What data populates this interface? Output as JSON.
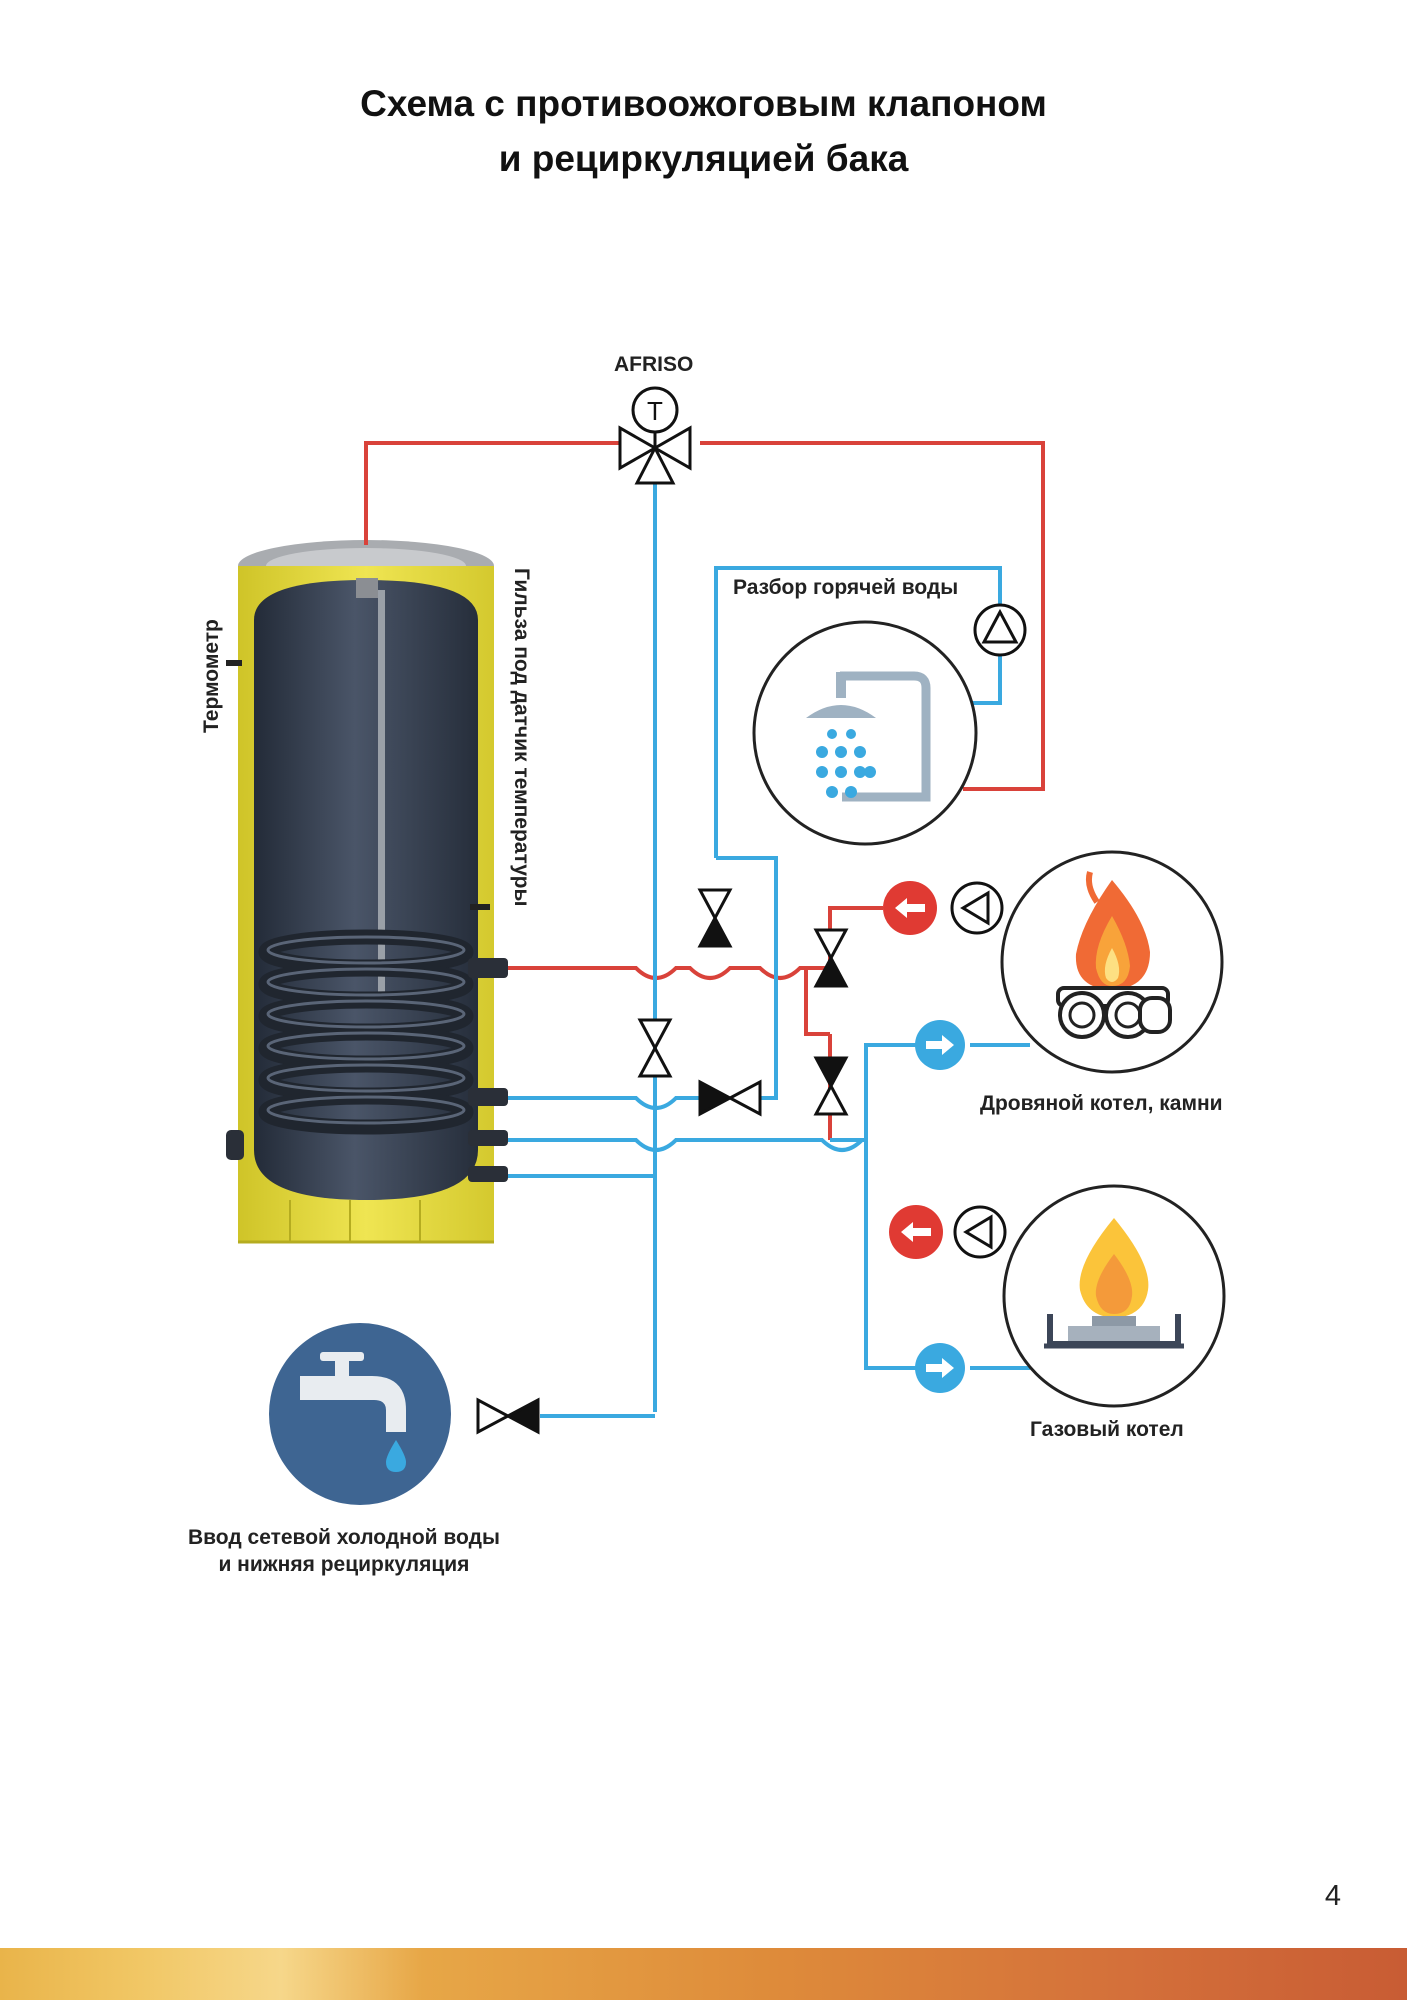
{
  "title": {
    "line1": "Схема с противоожоговым клапоном",
    "line2": "и рециркуляцией бака"
  },
  "labels": {
    "valve_brand": "AFRISO",
    "valve_symbol": "T",
    "thermometer": "Термометр",
    "sensor_sleeve": "Гильза под датчик температуры",
    "hot_water": "Разбор горячей воды",
    "wood_boiler": "Дровяной котел, камни",
    "gas_boiler": "Газовый котел",
    "cold_water_line1": "Ввод сетевой холодной воды",
    "cold_water_line2": "и нижняя рециркуляция"
  },
  "page_number": "4",
  "colors": {
    "hot_pipe": "#d9423a",
    "cold_pipe": "#3aa9e0",
    "tank_shell": "#e7dc3a",
    "tank_inner": "#3c4658",
    "pump_red": "#e03a33",
    "pump_blue": "#3aa9e0",
    "tap_circle": "#3e6592"
  },
  "icons": [
    "three-way-valve-icon",
    "shower-icon",
    "fire-icon",
    "gas-burner-icon",
    "tap-icon",
    "pump-icon",
    "ball-valve-icon"
  ]
}
